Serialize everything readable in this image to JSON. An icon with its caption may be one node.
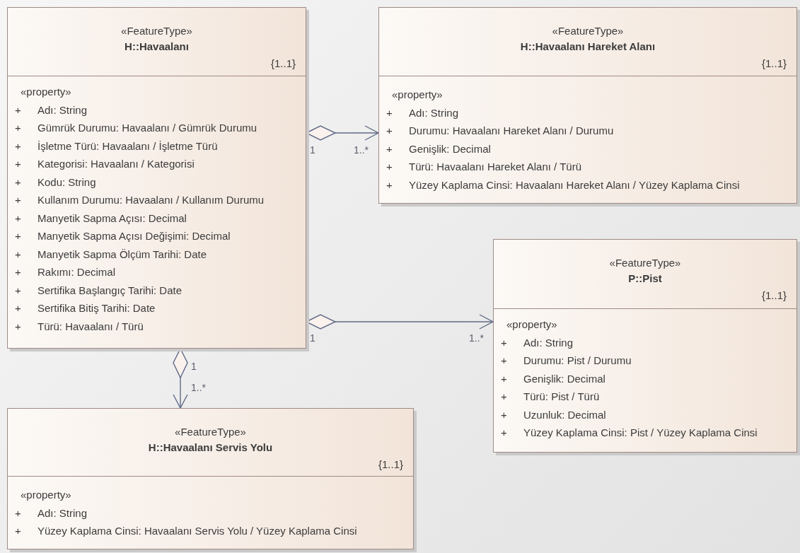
{
  "diagram": {
    "nodes": [
      {
        "text": [
          "«FeatureType»",
          "H::Havaalanı",
          "{1..1}",
          "«property»",
          "+",
          "Adı: String",
          "+",
          "Gümrük Durumu: Havaalanı / Gümrük Durumu",
          "+",
          "İşletme Türü: Havaalanı / İşletme Türü",
          "+",
          "Kategorisi: Havaalanı / Kategorisi",
          "+",
          "Kodu: String",
          "+",
          "Kullanım Durumu: Havaalanı / Kullanım Durumu",
          "+",
          "Manyetik Sapma Açısı: Decimal",
          "+",
          "Manyetik Sapma Açısı Değişimi: Decimal",
          "+",
          "Manyetik Sapma Ölçüm Tarihi: Date",
          "+",
          "Rakımı: Decimal",
          "+",
          "Sertifika Başlangıç Tarihi: Date",
          "+",
          "Sertifika Bitiş Tarihi: Date",
          "+",
          "Türü: Havaalanı / Türü"
        ]
      },
      {
        "text": [
          "«FeatureType»",
          "H::Havaalanı Hareket Alanı",
          "{1..1}",
          "«property»",
          "+",
          "Adı: String",
          "+",
          "Durumu: Havaalanı Hareket Alanı / Durumu",
          "+",
          "Genişlik: Decimal",
          "+",
          "Türü: Havaalanı Hareket Alanı / Türü",
          "+",
          "Yüzey Kaplama Cinsi: Havaalanı Hareket Alanı / Yüzey Kaplama Cinsi"
        ]
      },
      {
        "text": [
          "«FeatureType»",
          "P::Pist",
          "{1..1}",
          "«property»",
          "+",
          "Adı: String",
          "+",
          "Durumu: Pist / Durumu",
          "+",
          "Genişlik: Decimal",
          "+",
          "Türü: Pist / Türü",
          "+",
          "Uzunluk: Decimal",
          "+",
          "Yüzey Kaplama Cinsi: Pist / Yüzey Kaplama Cinsi"
        ]
      },
      {
        "text": [
          "«FeatureType»",
          "H::Havaalanı Servis Yolu",
          "{1..1}",
          "«property»",
          "+",
          "Adı: String",
          "+",
          "Yüzey Kaplama Cinsi: Havaalanı Servis Yolu / Yüzey Kaplama Cinsi"
        ]
      }
    ],
    "edges": [
      {
        "from": 0,
        "to": 1,
        "arrow": "to"
      },
      {
        "from": 0,
        "to": 2,
        "arrow": "to"
      },
      {
        "from": 0,
        "to": 3,
        "arrow": "to"
      }
    ],
    "labels": [
      "1",
      "1..*",
      "1",
      "1..*",
      "1",
      "1..*"
    ]
  }
}
